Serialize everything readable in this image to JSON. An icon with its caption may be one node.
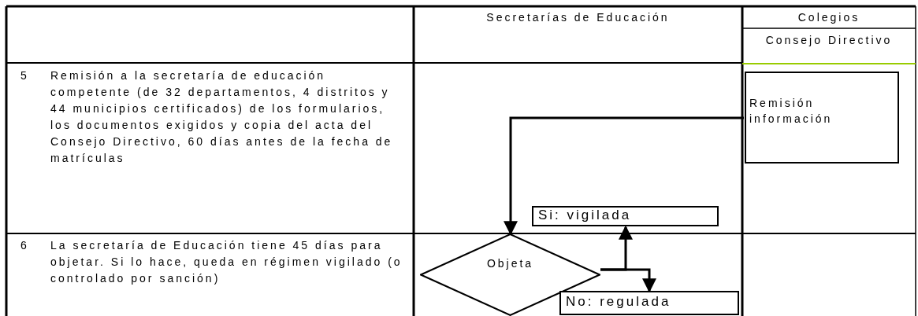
{
  "diagram": {
    "nodes": [
      {
        "text": [
          "Remisión información"
        ]
      },
      {
        "text": [
          "Objeta"
        ]
      },
      {
        "text": [
          "Si: vigilada"
        ]
      },
      {
        "text": [
          "No: regulada"
        ]
      }
    ],
    "edges": [
      {
        "from": 0,
        "to": 1,
        "arrow": "to"
      },
      {
        "from": 1,
        "to": 2,
        "arrow": "to"
      },
      {
        "from": 1,
        "to": 3,
        "arrow": "to"
      }
    ],
    "labels": [
      "Secretarías de Educación",
      "Colegios",
      "Consejo Directivo",
      "5",
      "Remisión a la secretaría de educación competente (de 32 departamentos, 4 distritos y 44 municipios certificados) de los formularios, los documentos exigidos y copia del acta del Consejo Directivo, 60 días antes de la fecha de matrículas",
      "6",
      "La secretaría de Educación tiene 45 días para objetar. Si lo hace, queda en régimen vigilado (o controlado por sanción)"
    ]
  }
}
